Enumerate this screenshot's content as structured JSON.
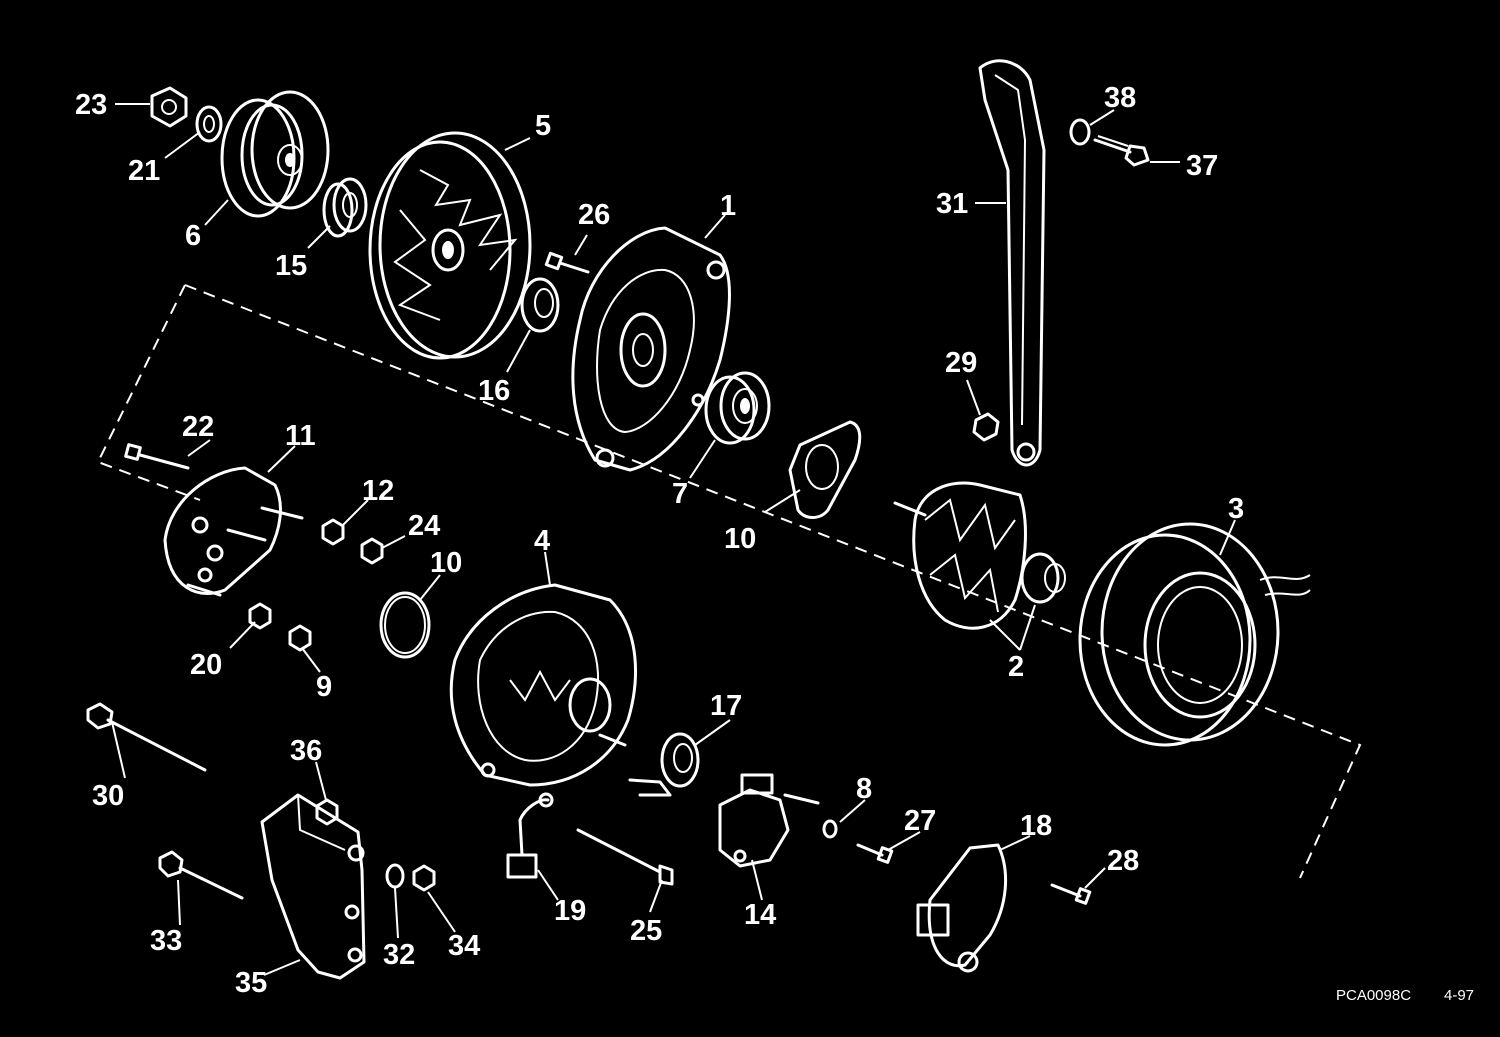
{
  "callouts": [
    "1",
    "2",
    "3",
    "4",
    "5",
    "6",
    "7",
    "8",
    "9",
    "10",
    "10",
    "11",
    "12",
    "14",
    "15",
    "16",
    "17",
    "18",
    "19",
    "20",
    "21",
    "22",
    "23",
    "24",
    "25",
    "26",
    "27",
    "28",
    "29",
    "30",
    "31",
    "32",
    "33",
    "34",
    "35",
    "36",
    "37",
    "38"
  ],
  "footer": {
    "code": "PCA0098C",
    "date": "4-97"
  },
  "colors": {
    "background": "#000000",
    "line": "#ffffff"
  }
}
